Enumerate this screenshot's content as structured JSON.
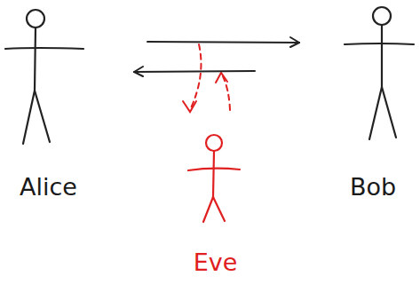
{
  "diagram": {
    "nodes": [
      {
        "text": [
          "Alice"
        ]
      },
      {
        "text": [
          "Bob"
        ]
      },
      {
        "text": [
          "Eve"
        ]
      }
    ],
    "edges": [
      {
        "from": 0,
        "to": 1,
        "arrow": "to"
      },
      {
        "from": 1,
        "to": 0,
        "arrow": "to"
      }
    ]
  }
}
